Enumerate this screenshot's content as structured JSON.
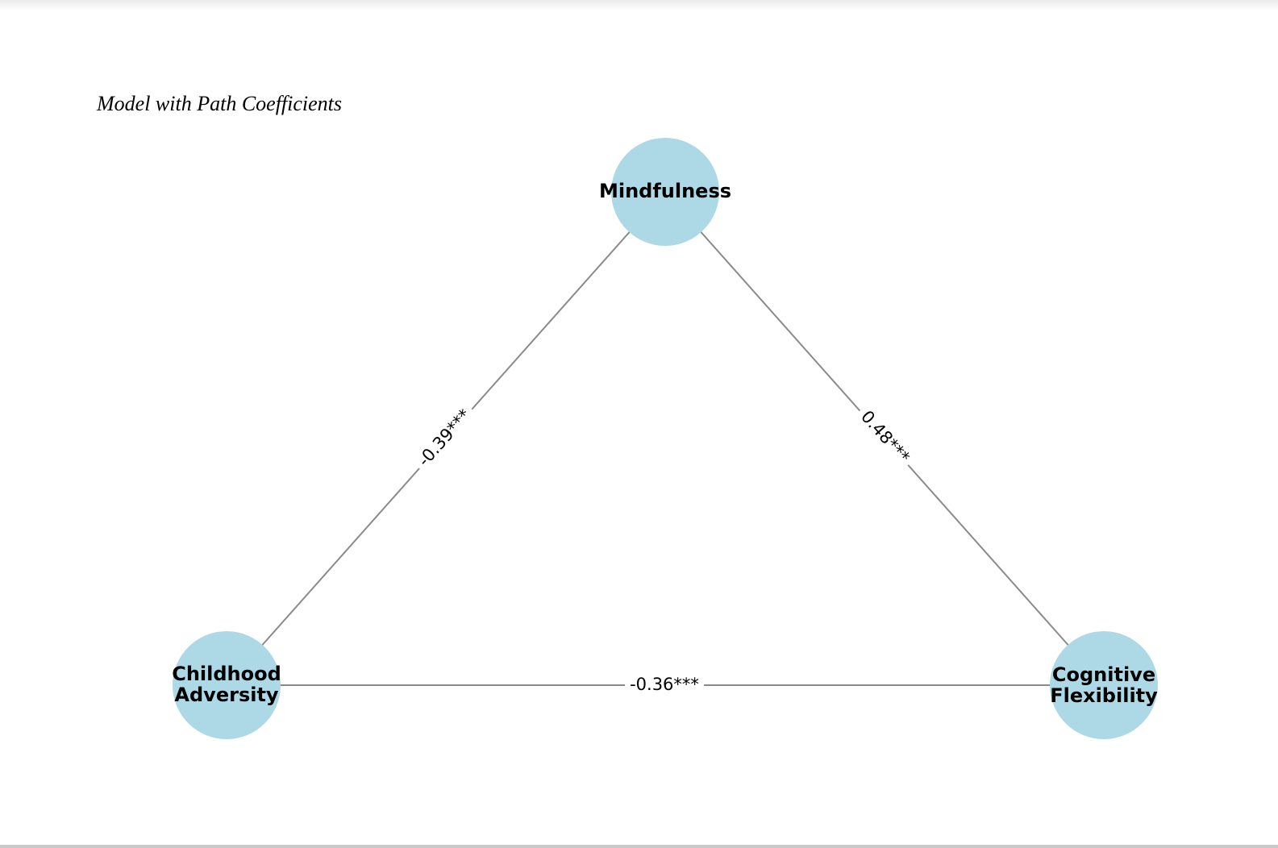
{
  "figure": {
    "title": "Model with Path Coefficients",
    "node_fill_color": "#add8e6",
    "edge_line_color": "#8a8a8a",
    "nodes": [
      {
        "id": "mindfulness",
        "label": "Mindfulness"
      },
      {
        "id": "childhood-adversity",
        "label": "Childhood\nAdversity"
      },
      {
        "id": "cognitive-flexibility",
        "label": "Cognitive\nFlexibility"
      }
    ],
    "edges": [
      {
        "from": "Childhood Adversity",
        "to": "Mindfulness",
        "coefficient_label": "-0.39***"
      },
      {
        "from": "Mindfulness",
        "to": "Cognitive Flexibility",
        "coefficient_label": "0.48***"
      },
      {
        "from": "Childhood Adversity",
        "to": "Cognitive Flexibility",
        "coefficient_label": "-0.36***"
      }
    ]
  }
}
